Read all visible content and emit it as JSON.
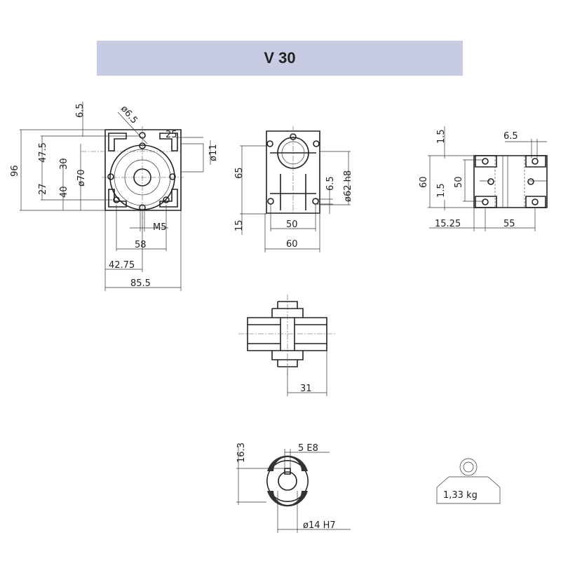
{
  "title": "V 30",
  "front_view": {
    "dims": {
      "d1": "6.5",
      "d2": "ø6.5",
      "d3": "25",
      "d4": "ø11",
      "d5": "96",
      "d6": "47.5",
      "d7": "30",
      "d8": "27",
      "d9": "40",
      "d10": "ø70",
      "d11": "M5",
      "d12": "58",
      "d13": "42.75",
      "d14": "85.5"
    }
  },
  "side_view": {
    "dims": {
      "d1": "65",
      "d2": "15",
      "d3": "6.5",
      "d4": "ø62 h8",
      "d5": "50",
      "d6": "60"
    }
  },
  "top_view": {
    "dims": {
      "d1": "1.5",
      "d2": "6.5",
      "d3": "60",
      "d4": "50",
      "d5": "1.5",
      "d6": "15.25",
      "d7": "55"
    }
  },
  "shaft_view": {
    "dims": {
      "d1": "31"
    }
  },
  "bore_view": {
    "dims": {
      "d1": "16.3",
      "d2": "5 E8",
      "d3": "ø14 H7"
    }
  },
  "weight": {
    "label": "1,33 kg"
  }
}
